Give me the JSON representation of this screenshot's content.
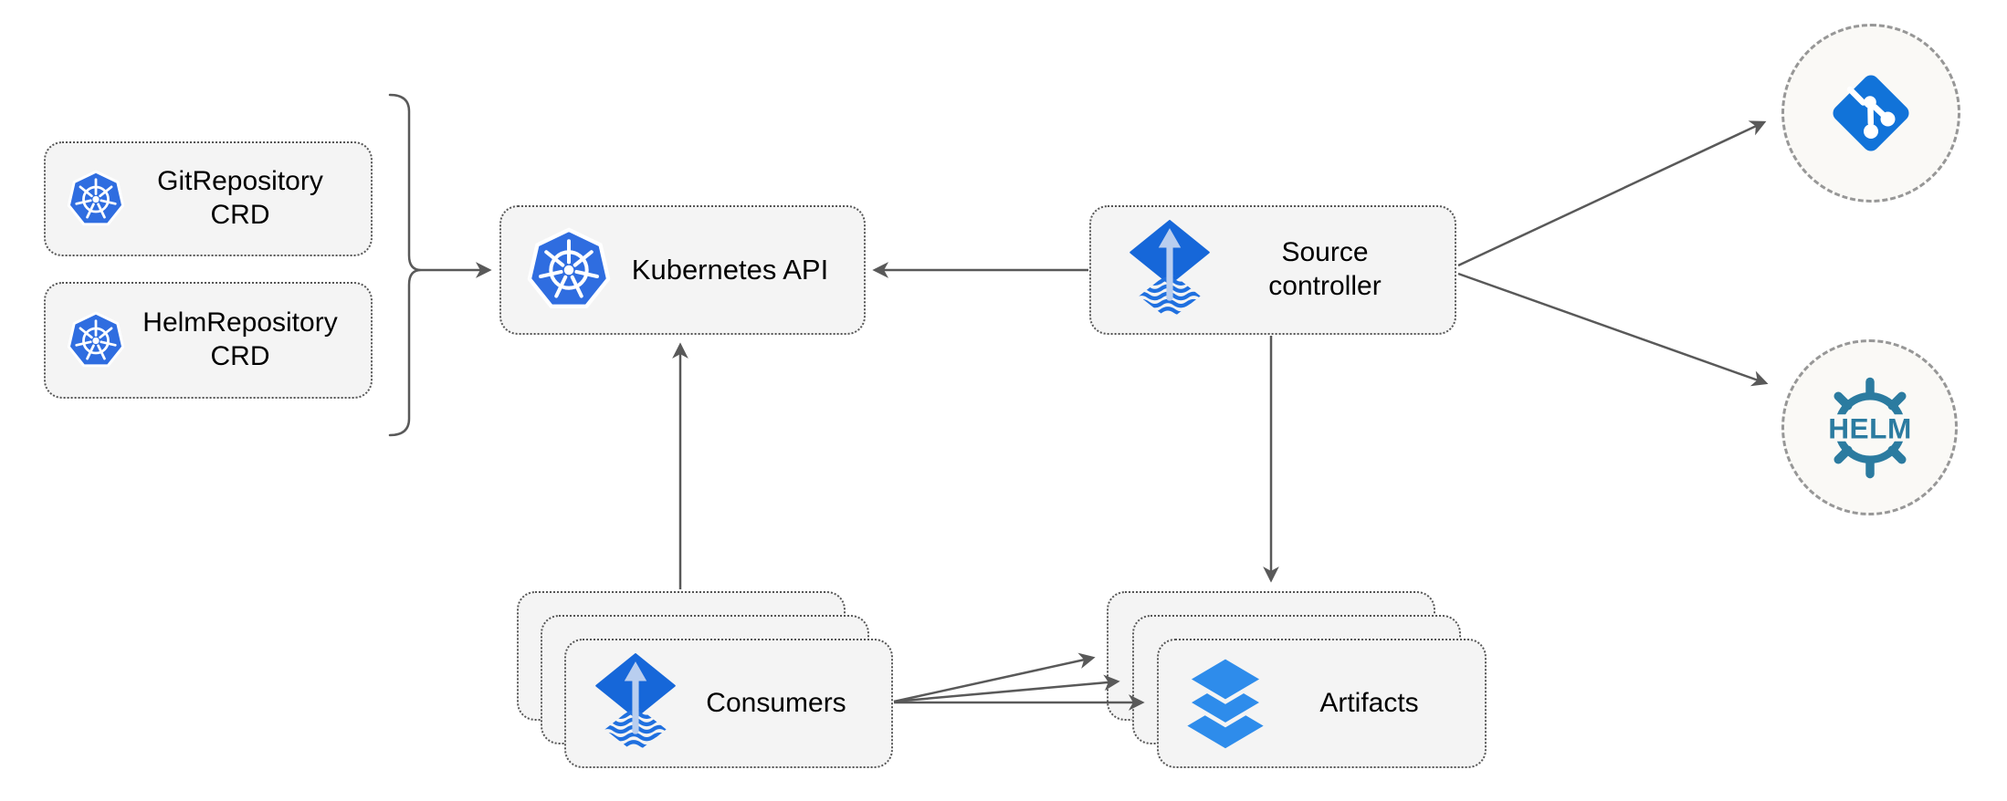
{
  "nodes": {
    "crd_git": {
      "label": "GitRepository\nCRD",
      "icon": "kubernetes"
    },
    "crd_helm": {
      "label": "HelmRepository\nCRD",
      "icon": "kubernetes"
    },
    "k8s_api": {
      "label": "Kubernetes API",
      "icon": "kubernetes"
    },
    "source_controller": {
      "label": "Source\ncontroller",
      "icon": "flux-source-controller"
    },
    "consumers": {
      "label": "Consumers",
      "icon": "flux-source-controller",
      "stacked": true
    },
    "artifacts": {
      "label": "Artifacts",
      "icon": "layers",
      "stacked": true
    },
    "git_remote": {
      "icon": "git"
    },
    "helm_remote": {
      "icon": "helm",
      "icon_text": "HELM"
    }
  },
  "edges": [
    {
      "from": "crd_group_bracket",
      "to": "k8s_api",
      "style": "arrow"
    },
    {
      "from": "source_controller",
      "to": "k8s_api",
      "style": "arrow"
    },
    {
      "from": "consumers",
      "to": "k8s_api",
      "style": "arrow"
    },
    {
      "from": "source_controller",
      "to": "artifacts",
      "style": "arrow"
    },
    {
      "from": "source_controller",
      "to": "git_remote",
      "style": "arrow"
    },
    {
      "from": "source_controller",
      "to": "helm_remote",
      "style": "arrow"
    },
    {
      "from": "consumers",
      "to": "artifacts",
      "style": "arrow",
      "arrow_count": 3
    }
  ],
  "colors": {
    "kubernetes_blue": "#2F6DE0",
    "git_blue": "#1173D9",
    "flux_blue": "#1667D9",
    "flux_wave_blue": "#2070DF",
    "flux_arrow_light": "#B9CEEF",
    "layers_blue": "#2E8CEB",
    "helm_teal": "#2B7BA0",
    "box_fill": "#F4F4F4",
    "box_border": "#565656",
    "circle_fill": "#FAF9F6",
    "circle_border": "#979797",
    "edge": "#595959",
    "label": "#000000"
  }
}
